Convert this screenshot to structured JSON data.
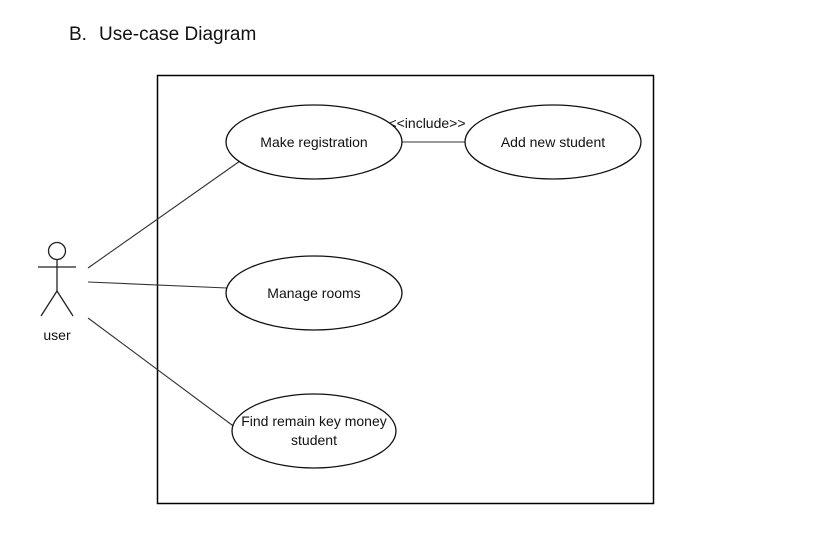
{
  "heading": {
    "number": "B.",
    "title": "Use-case Diagram"
  },
  "diagram": {
    "actor": {
      "label": "user"
    },
    "use_cases": {
      "make_registration": {
        "label": "Make registration"
      },
      "add_new_student": {
        "label": "Add new student"
      },
      "manage_rooms": {
        "label": "Manage rooms"
      },
      "find_remain_key_money": {
        "lines": [
          "Find remain key money",
          "student"
        ]
      }
    },
    "relations": {
      "include": {
        "label": "<<include>>"
      }
    }
  }
}
